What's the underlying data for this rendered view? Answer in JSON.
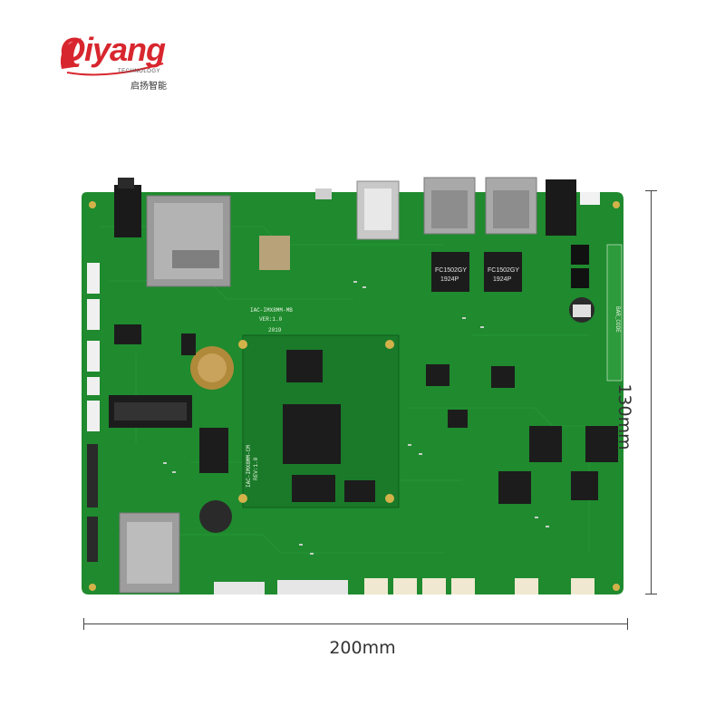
{
  "logo": {
    "brand": "Qiyang",
    "tagline": "TECHNOLOGY",
    "chinese": "启扬智能"
  },
  "dimensions": {
    "width_label": "200mm",
    "height_label": "130mm"
  },
  "board_markings": {
    "chip_left": [
      "FC1502GY",
      "1924P"
    ],
    "chip_right": [
      "FC1502GY",
      "1924P"
    ],
    "barcode_label": "BAR_CODE",
    "core_label": "IAC-IMX8MM-CM",
    "core_rev": "REV:1.0",
    "base_label": "IAC-IMX8MM-MB",
    "base_ver": "VER:1.0",
    "year": "2019"
  },
  "colors": {
    "pcb_green": "#1f8a2e",
    "pcb_dark": "#0f5e1c",
    "logo_red": "#d8262e",
    "logo_gray": "#8a8a8a"
  }
}
